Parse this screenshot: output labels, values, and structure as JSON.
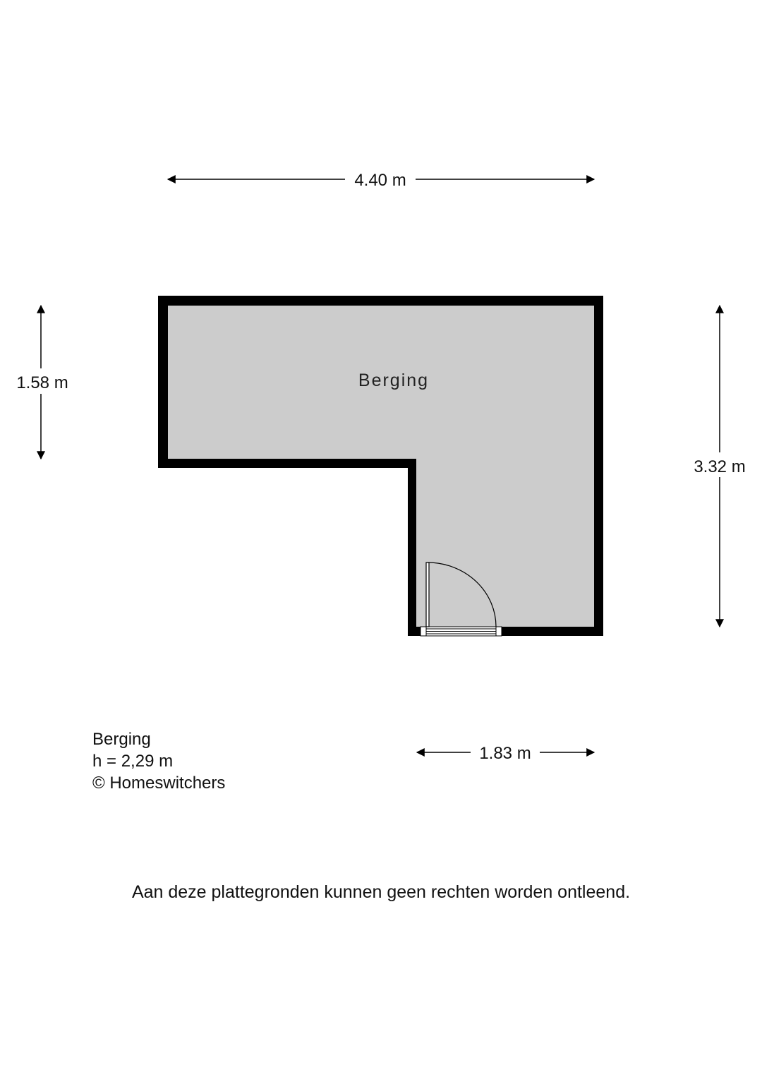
{
  "room": {
    "name": "Berging",
    "height_label": "h = 2,29 m",
    "fill_color": "#cccccc",
    "wall_color": "#000000"
  },
  "dimensions": {
    "top_width": "4.40 m",
    "left_height": "1.58 m",
    "right_height": "3.32 m",
    "bottom_width": "1.83 m"
  },
  "info": {
    "room_name": "Berging",
    "height": "h = 2,29 m",
    "copyright": "© Homeswitchers"
  },
  "disclaimer": "Aan deze plattegronden kunnen geen rechten worden ontleend.",
  "icons": [
    "door-swing-icon",
    "arrow-icon"
  ]
}
